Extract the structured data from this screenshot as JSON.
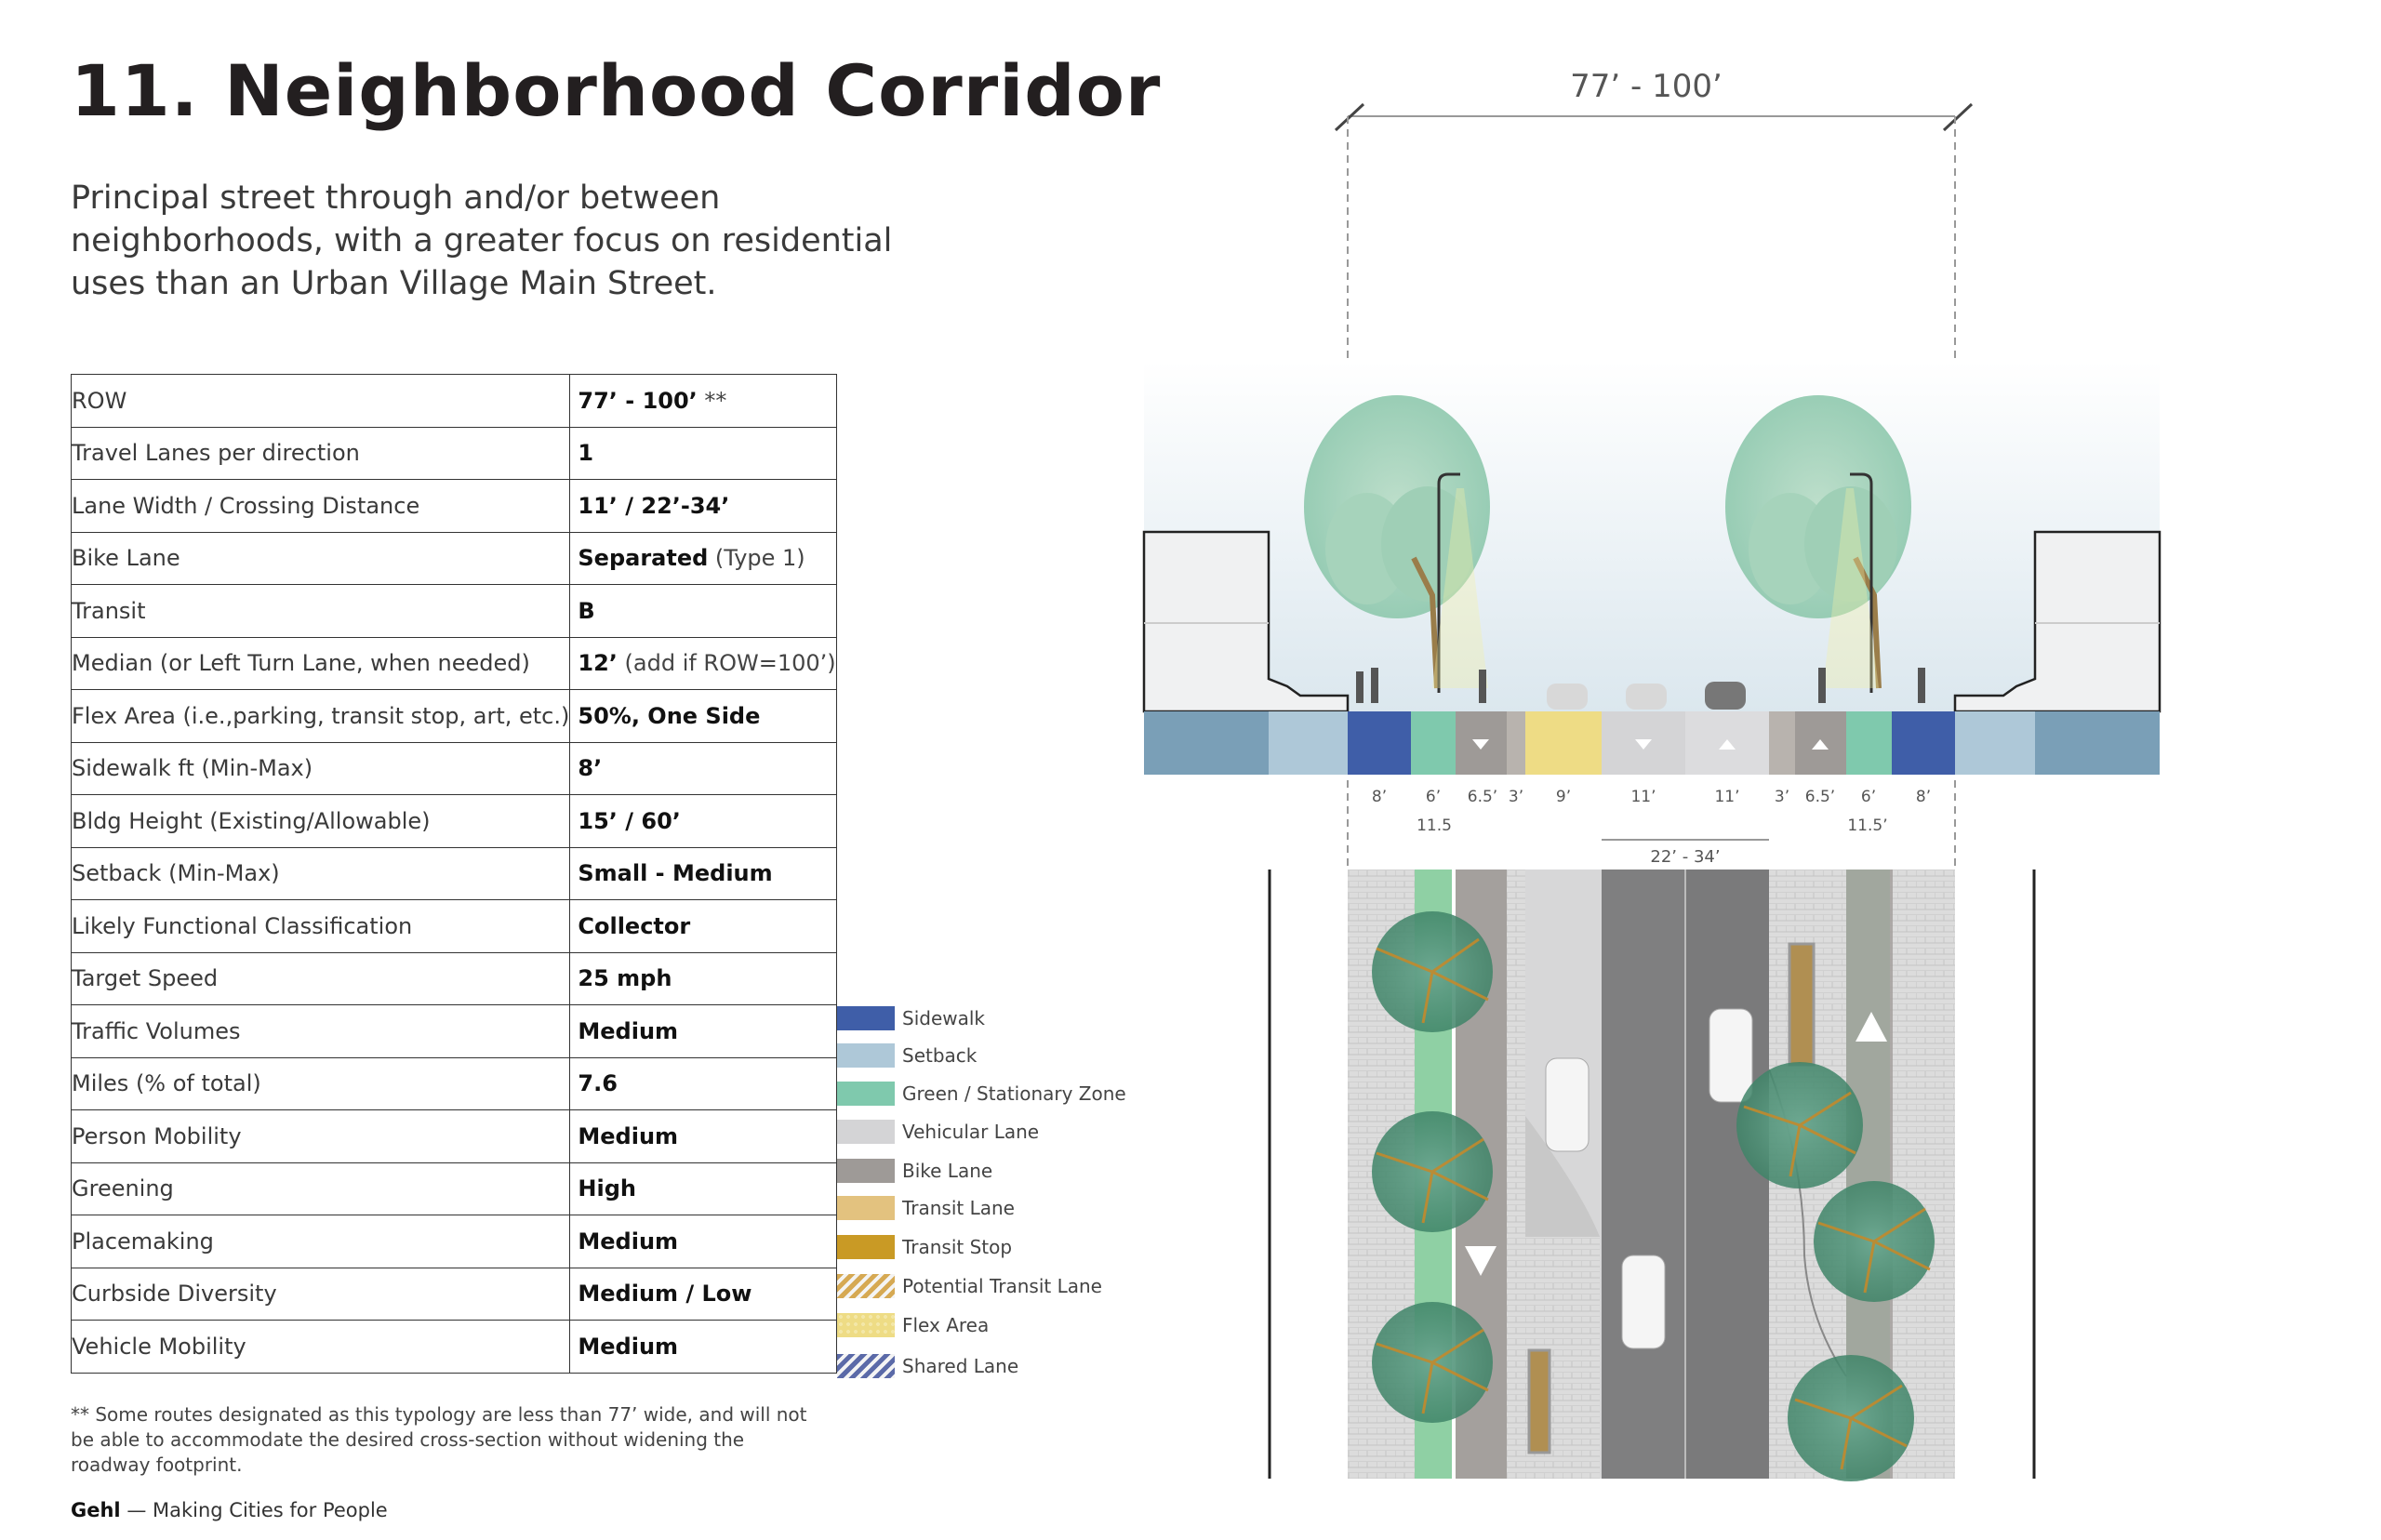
{
  "header": {
    "title": "11. Neighborhood Corridor",
    "subtitle": "Principal street through and/or between neighborhoods, with a greater focus on residential uses than an Urban Village Main Street."
  },
  "specs": [
    {
      "label": "ROW",
      "value_bold": "77’ - 100’",
      "value_rest": " **"
    },
    {
      "label": "Travel Lanes per direction",
      "value_bold": "1",
      "value_rest": ""
    },
    {
      "label": "Lane Width / Crossing Distance",
      "value_bold": "11’ / 22’-34’",
      "value_rest": ""
    },
    {
      "label": "Bike Lane",
      "value_bold": "Separated",
      "value_rest": " (Type 1)"
    },
    {
      "label": "Transit",
      "value_bold": "B",
      "value_rest": ""
    },
    {
      "label": "Median (or Left Turn Lane, when needed)",
      "value_bold": "12’",
      "value_rest": " (add if ROW=100’)"
    },
    {
      "label": "Flex Area (i.e.,parking, transit stop, art, etc.)",
      "value_bold": "50%, One Side",
      "value_rest": ""
    },
    {
      "label": "Sidewalk ft (Min-Max)",
      "value_bold": "8’",
      "value_rest": ""
    },
    {
      "label": "Bldg Height (Existing/Allowable)",
      "value_bold": "15’ / 60’",
      "value_rest": ""
    },
    {
      "label": "Setback (Min-Max)",
      "value_bold": "Small - Medium",
      "value_rest": ""
    },
    {
      "label": "Likely Functional Classification",
      "value_bold": "Collector",
      "value_rest": ""
    },
    {
      "label": "Target Speed",
      "value_bold": "25 mph",
      "value_rest": ""
    },
    {
      "label": "Traffic Volumes",
      "value_bold": "Medium",
      "value_rest": ""
    },
    {
      "label": "Miles (% of total)",
      "value_bold": "7.6",
      "value_rest": ""
    },
    {
      "label": "Person Mobility",
      "value_bold": "Medium",
      "value_rest": ""
    },
    {
      "label": "Greening",
      "value_bold": "High",
      "value_rest": ""
    },
    {
      "label": "Placemaking",
      "value_bold": "Medium",
      "value_rest": ""
    },
    {
      "label": "Curbside Diversity",
      "value_bold": "Medium / Low",
      "value_rest": ""
    },
    {
      "label": "Vehicle Mobility",
      "value_bold": "Medium",
      "value_rest": ""
    }
  ],
  "footnote": "** Some routes designated as this typology are less than 77’ wide, and will not be able to accommodate the desired cross-section without widening the roadway footprint.",
  "credit": {
    "brand": "Gehl",
    "tagline": " — Making Cities for People"
  },
  "legend": [
    {
      "label": "Sidewalk",
      "color": "#3f5ea8",
      "pattern": "solid"
    },
    {
      "label": "Setback",
      "color": "#aec8d8",
      "pattern": "solid"
    },
    {
      "label": "Green / Stationary Zone",
      "color": "#7fc9ad",
      "pattern": "solid"
    },
    {
      "label": "Vehicular Lane",
      "color": "#d4d4d6",
      "pattern": "solid"
    },
    {
      "label": "Bike Lane",
      "color": "#9e9a97",
      "pattern": "solid"
    },
    {
      "label": "Transit Lane",
      "color": "#e3c27f",
      "pattern": "solid"
    },
    {
      "label": "Transit Stop",
      "color": "#c99a25",
      "pattern": "solid"
    },
    {
      "label": "Potential Transit Lane",
      "color": "#d6a953",
      "pattern": "hatch"
    },
    {
      "label": "Flex Area",
      "color": "#eedc85",
      "pattern": "dots"
    },
    {
      "label": "Shared Lane",
      "color": "#5b6aa8",
      "pattern": "hatch"
    }
  ],
  "section": {
    "overall_dimension": "77’ - 100’",
    "dims_row1": [
      "8’",
      "6’",
      "6.5’",
      "3’",
      "9’",
      "11’",
      "11’",
      "3’",
      "6.5’",
      "6’",
      "8’"
    ],
    "dims_row2": [
      "11.5",
      "11.5’"
    ],
    "crossing": "22’ - 34’",
    "colors": {
      "sidewalk": "#3f5ea8",
      "setback": "#aec8d8",
      "green": "#7fc9ad",
      "vehicular": "#d4d4d6",
      "bike": "#9e9a97",
      "flex": "#eedc85",
      "ground": "#7a9fb7"
    }
  }
}
